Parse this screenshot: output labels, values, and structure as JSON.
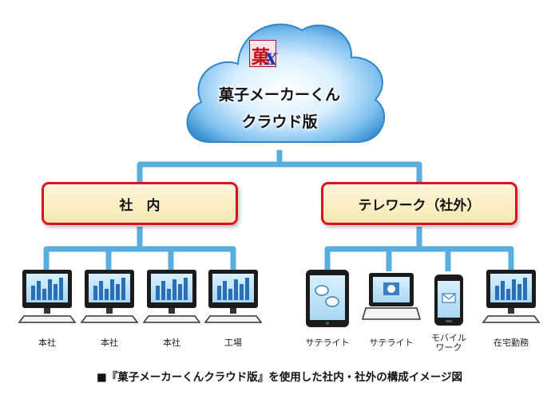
{
  "cloud": {
    "logo_text": "菓",
    "logo_mark": "X",
    "title_line1": "菓子メーカーくん",
    "title_line2": "クラウド版"
  },
  "groups": {
    "internal": "社　内",
    "telework": "テレワーク（社外）"
  },
  "devices": [
    {
      "label": "本社",
      "icon": "desktop-monitor-icon"
    },
    {
      "label": "本社",
      "icon": "desktop-monitor-icon"
    },
    {
      "label": "本社",
      "icon": "desktop-monitor-icon"
    },
    {
      "label": "工場",
      "icon": "desktop-monitor-icon"
    },
    {
      "label": "サテライト",
      "icon": "tablet-icon"
    },
    {
      "label": "サテライト",
      "icon": "laptop-icon"
    },
    {
      "label": "モバイル\nワーク",
      "icon": "smartphone-icon"
    },
    {
      "label": "在宅勤務",
      "icon": "desktop-monitor-icon"
    }
  ],
  "caption": "■『菓子メーカーくんクラウド版』を使用した社内・社外の構成イメージ図",
  "colors": {
    "line": "#5aaedf",
    "box_border": "#d8141e",
    "box_fill": "#f8ebc0",
    "cloud_dark": "#2f86c9",
    "cloud_light": "#e9f6ff"
  }
}
